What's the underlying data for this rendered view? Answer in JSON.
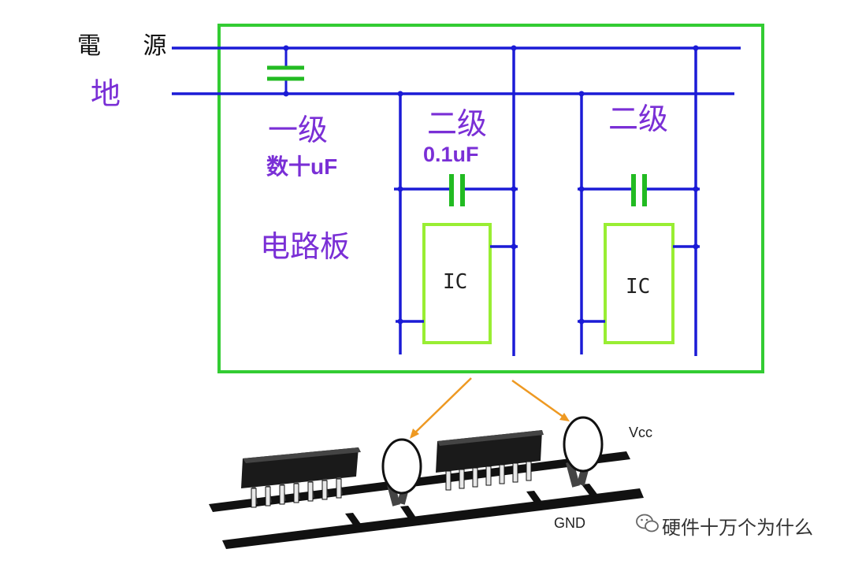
{
  "labels": {
    "power": "電 源",
    "ground": "地",
    "level1": "一级",
    "level1_value": "数十uF",
    "board": "电路板",
    "level2_a": "二级",
    "level2_a_value": "0.1uF",
    "level2_b": "二级",
    "ic_a": "IC",
    "ic_b": "IC",
    "vcc": "Vcc",
    "gnd": "GND"
  },
  "watermark": {
    "text": "硬件十万个为什么",
    "icon": "wechat-icon"
  },
  "colors": {
    "board_border": "#33cc33",
    "wire": "#1b1bd6",
    "capacitor": "#22bb22",
    "ic_border": "#99ee33",
    "label_purple": "#7a2fd6",
    "arrow": "#ee9922"
  }
}
